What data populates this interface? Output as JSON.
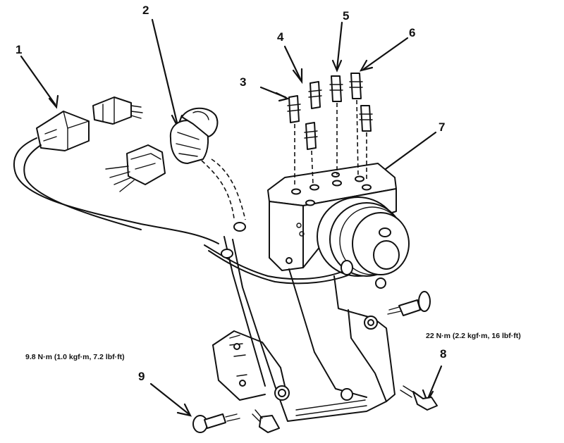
{
  "callouts": [
    {
      "id": "1",
      "label": "1"
    },
    {
      "id": "2",
      "label": "2"
    },
    {
      "id": "3",
      "label": "3"
    },
    {
      "id": "4",
      "label": "4"
    },
    {
      "id": "5",
      "label": "5"
    },
    {
      "id": "6",
      "label": "6"
    },
    {
      "id": "7",
      "label": "7"
    },
    {
      "id": "8",
      "label": "8"
    },
    {
      "id": "9",
      "label": "9"
    }
  ],
  "torque_specs": {
    "left": "9.8 N·m (1.0 kgf·m, 7.2 lbf·ft)",
    "right": "22 N·m (2.2 kgf·m, 16 lbf·ft)"
  }
}
